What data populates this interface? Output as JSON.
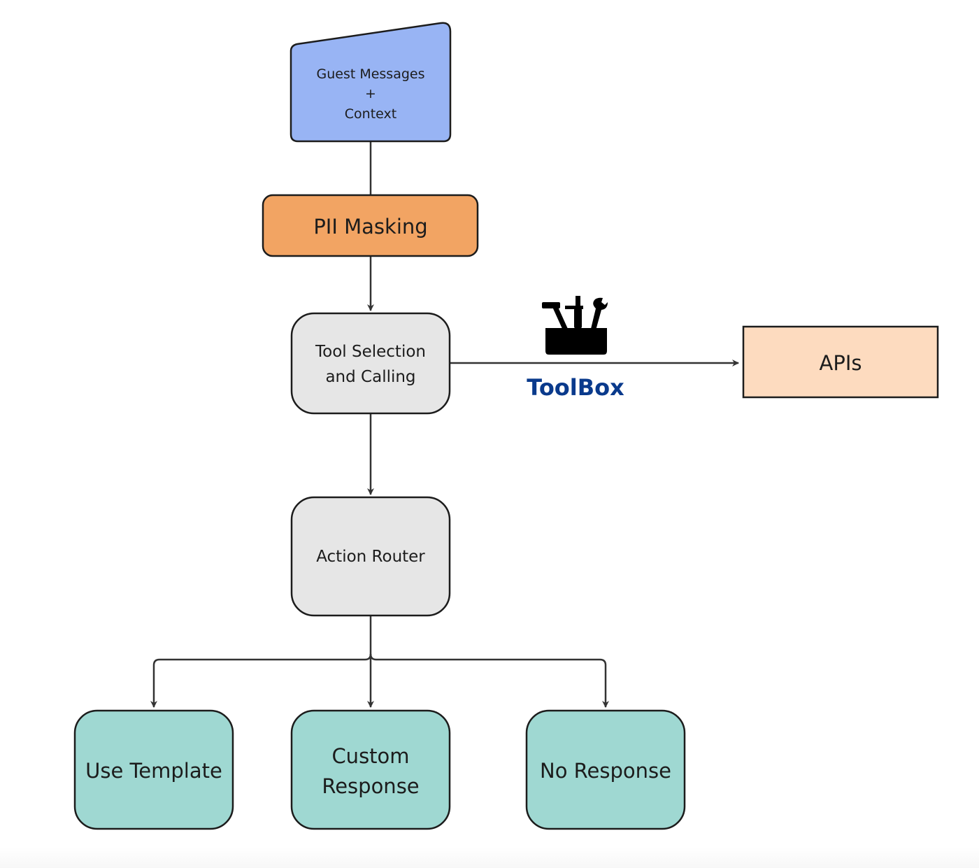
{
  "nodes": {
    "input": {
      "line1": "Guest Messages",
      "line2": "+",
      "line3": "Context"
    },
    "pii_masking": {
      "label": "PII Masking"
    },
    "tool_selection": {
      "line1": "Tool Selection",
      "line2": "and Calling"
    },
    "apis": {
      "label": "APIs"
    },
    "action_router": {
      "label": "Action Router"
    },
    "use_template": {
      "label": "Use Template"
    },
    "custom_response": {
      "line1": "Custom",
      "line2": "Response"
    },
    "no_response": {
      "label": "No Response"
    }
  },
  "toolbox": {
    "label": "ToolBox",
    "icon": "toolbox-icon"
  },
  "colors": {
    "input_fill": "#98b4f4",
    "pii_fill": "#f2a463",
    "process_fill": "#e6e6e6",
    "apis_fill": "#fddbbf",
    "outcome_fill": "#9fd8d2",
    "stroke": "#1c1c1c",
    "connector": "#333333",
    "toolbox_label": "#0a3a8c"
  }
}
